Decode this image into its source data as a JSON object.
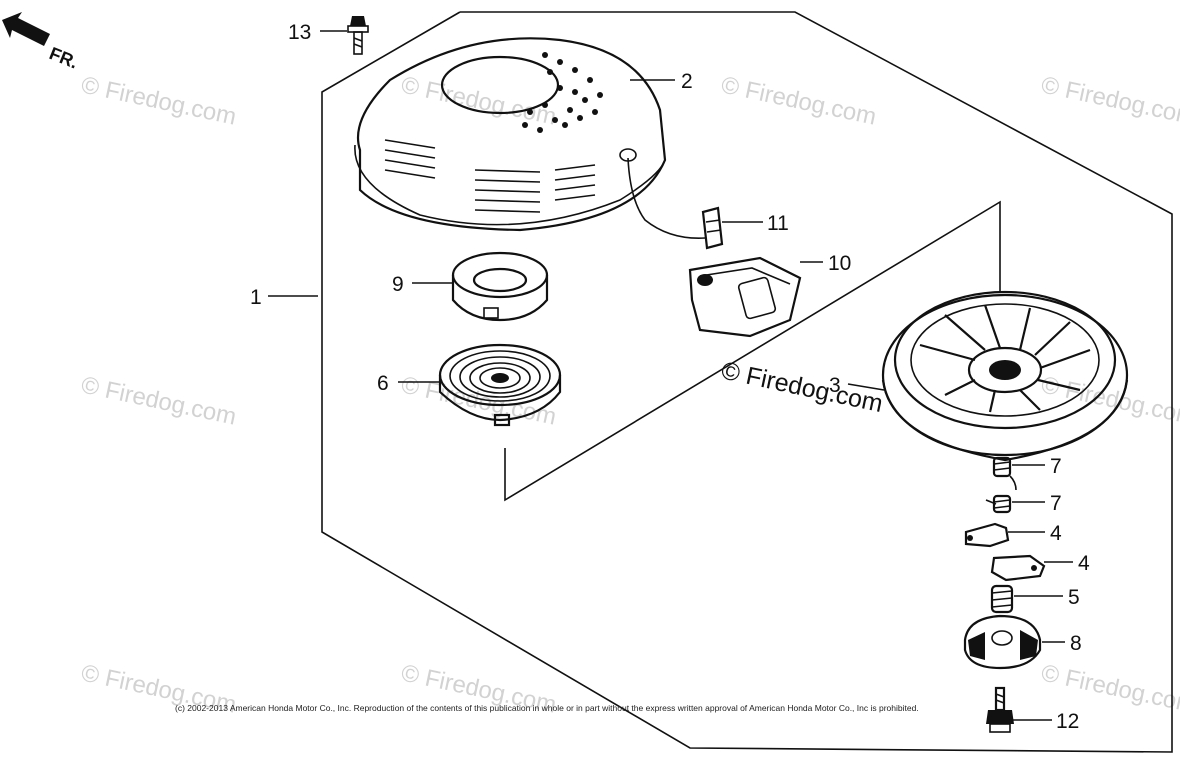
{
  "diagram": {
    "direction_marker": "FR.",
    "watermarks": [
      "© Firedog.com",
      "© Firedog.com",
      "© Firedog.com",
      "© Firedog.com",
      "© Firedog.com",
      "© Firedog.com",
      "© Firedog.com",
      "© Firedog.com",
      "© Firedog.com",
      "© Firedog.com"
    ],
    "center_watermark": "© Firedog.com",
    "copyright": "(c) 2002-2013 American Honda Motor Co., Inc. Reproduction of the contents of this publication in whole or in part without the express written approval of American Honda Motor Co., Inc is prohibited.",
    "part_labels": {
      "p13": "13",
      "p2": "2",
      "p11": "11",
      "p10": "10",
      "p1": "1",
      "p9": "9",
      "p6": "6",
      "p3": "3",
      "p7a": "7",
      "p7b": "7",
      "p4a": "4",
      "p4b": "4",
      "p5": "5",
      "p8": "8",
      "p12": "12"
    },
    "colors": {
      "ink": "#111111",
      "watermark": "#d2d2d2",
      "background": "#ffffff"
    }
  }
}
